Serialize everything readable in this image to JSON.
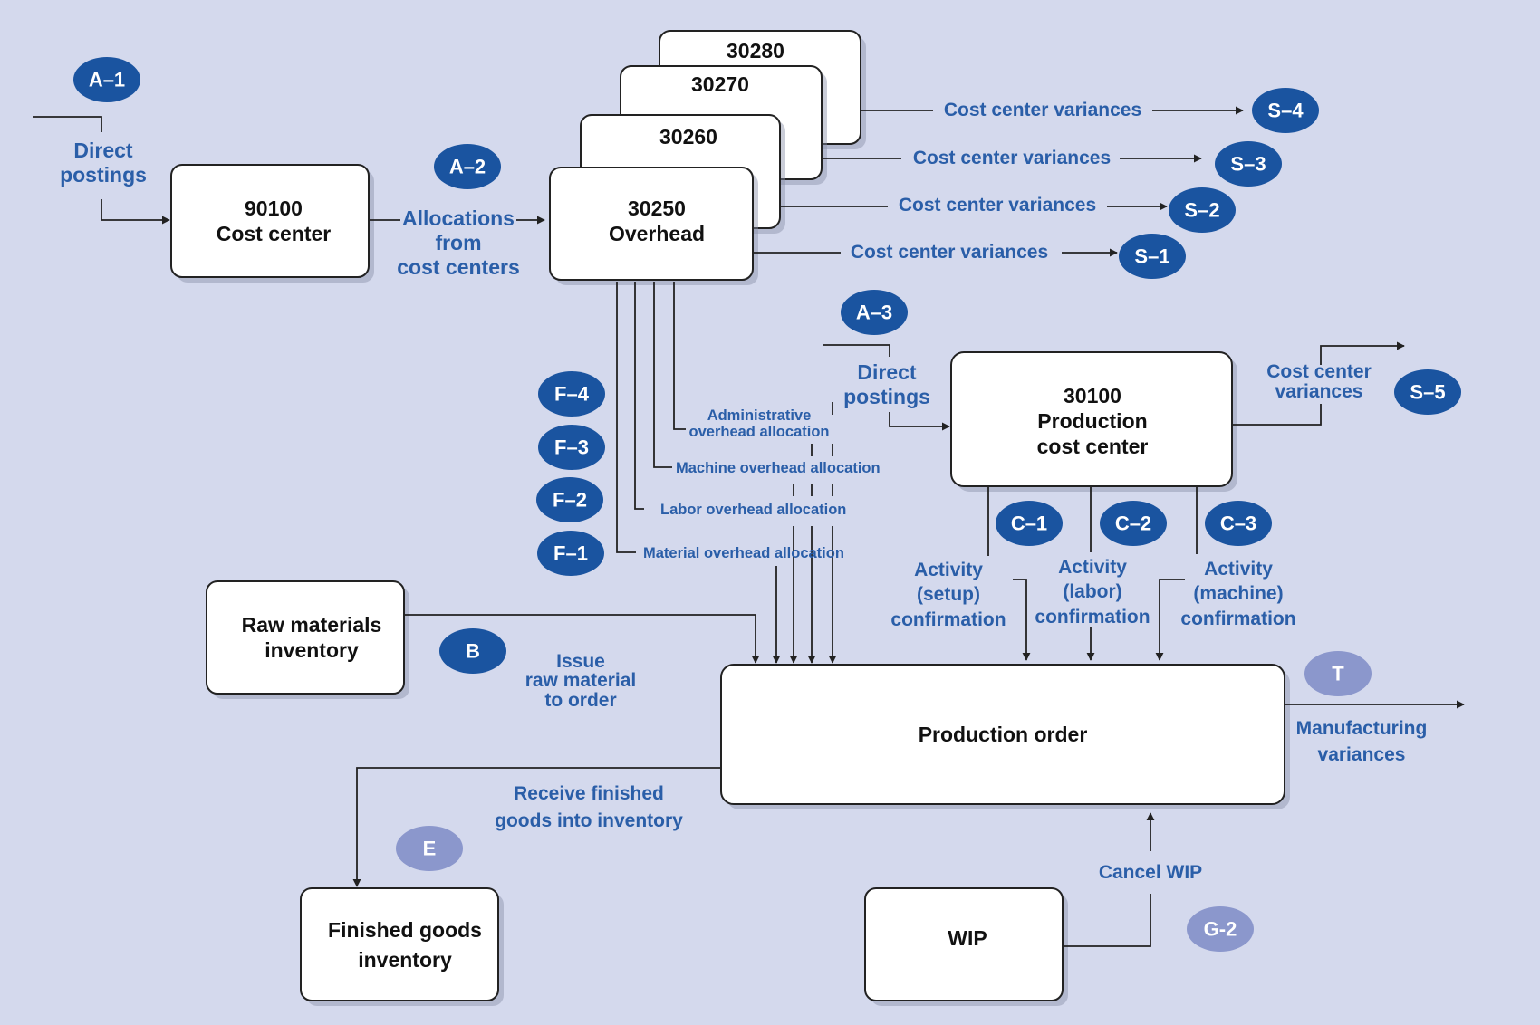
{
  "boxes": {
    "b30280": "30280",
    "b30270": "30270",
    "b30260": "30260",
    "b30250": [
      "30250",
      "Overhead"
    ],
    "b90100": [
      "90100",
      "Cost center"
    ],
    "b30100": [
      "30100",
      "Production",
      "cost center"
    ],
    "raw": [
      "Raw materials",
      "inventory"
    ],
    "prod": "Production order",
    "fg": [
      "Finished goods",
      "inventory"
    ],
    "wip": "WIP"
  },
  "labels": {
    "direct_postings_1": [
      "Direct",
      "postings"
    ],
    "allocations": [
      "Allocations",
      "from",
      "cost centers"
    ],
    "ccv": "Cost center variances",
    "direct_postings_2": [
      "Direct",
      "postings"
    ],
    "ccv_s5": [
      "Cost center",
      "variances"
    ],
    "admin_alloc": [
      "Administrative",
      "overhead allocation"
    ],
    "machine_alloc": "Machine overhead allocation",
    "labor_alloc": "Labor overhead allocation",
    "material_alloc": "Material overhead allocation",
    "act_setup": [
      "Activity",
      "(setup)",
      "confirmation"
    ],
    "act_labor": [
      "Activity",
      "(labor)",
      "confirmation"
    ],
    "act_machine": [
      "Activity",
      "(machine)",
      "confirmation"
    ],
    "issue_raw": [
      "Issue",
      "raw material",
      "to order"
    ],
    "manuf_var": [
      "Manufacturing",
      "variances"
    ],
    "receive_fg": [
      "Receive finished",
      "goods into inventory"
    ],
    "cancel_wip": "Cancel WIP"
  },
  "badges": {
    "a1": "A–1",
    "a2": "A–2",
    "a3": "A–3",
    "s1": "S–1",
    "s2": "S–2",
    "s3": "S–3",
    "s4": "S–4",
    "s5": "S–5",
    "f1": "F–1",
    "f2": "F–2",
    "f3": "F–3",
    "f4": "F–4",
    "c1": "C–1",
    "c2": "C–2",
    "c3": "C–3",
    "b": "B",
    "t": "T",
    "e": "E",
    "g2": "G-2"
  },
  "colors": {
    "background": "#d4d9ed",
    "label_blue": "#2a5ea8",
    "badge_dark": "#1a54a0",
    "badge_light": "#8b97cc"
  }
}
